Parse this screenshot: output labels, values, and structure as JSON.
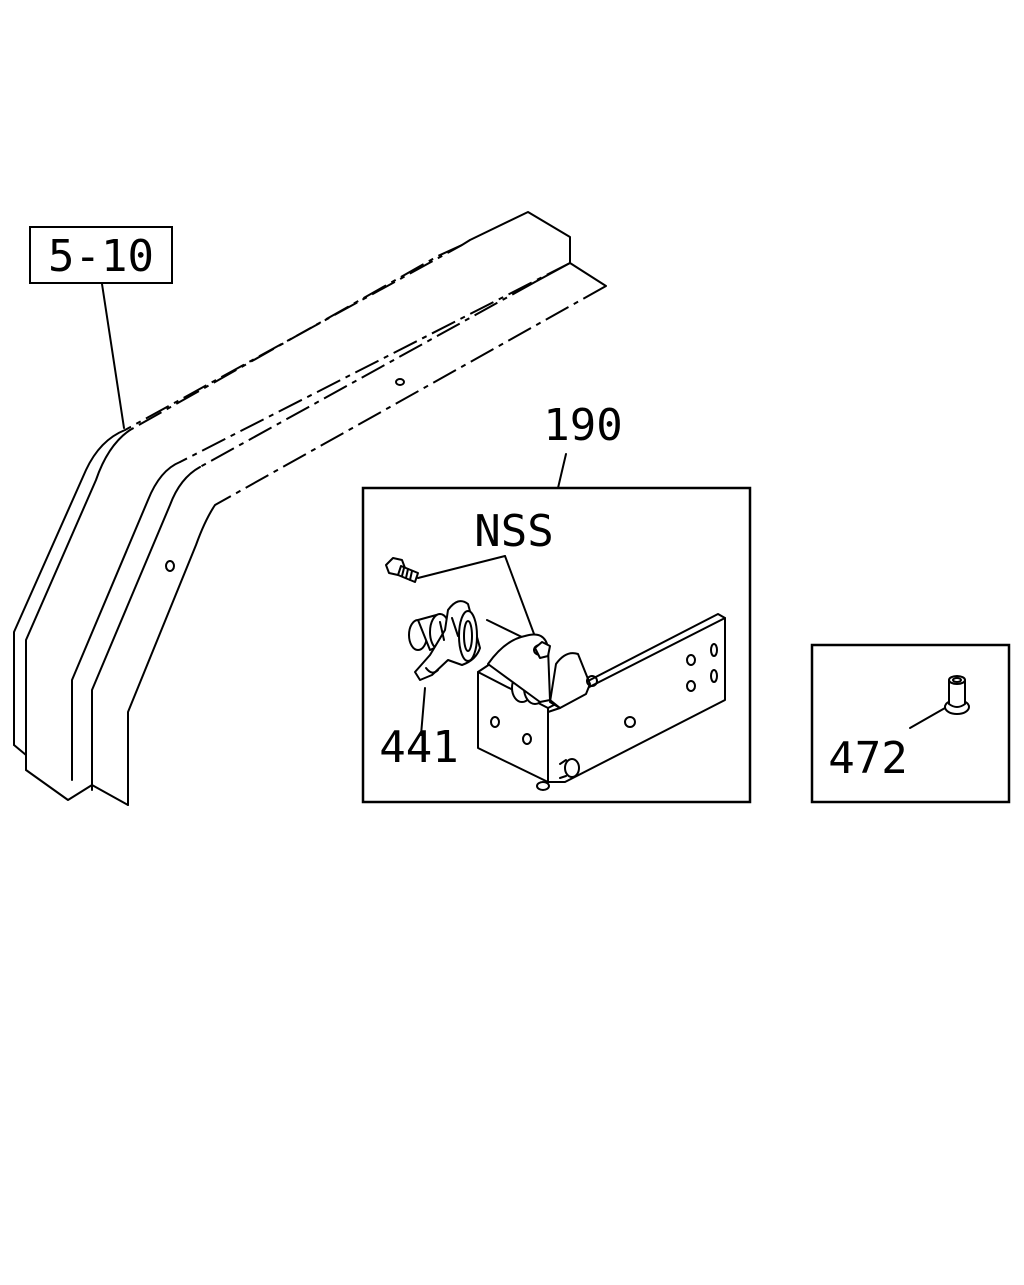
{
  "labels": {
    "frame_ref": "5-10",
    "assembly": "190",
    "nss": "NSS",
    "part_441": "441",
    "part_472": "472"
  },
  "colors": {
    "line": "#000000",
    "background": "#ffffff"
  }
}
